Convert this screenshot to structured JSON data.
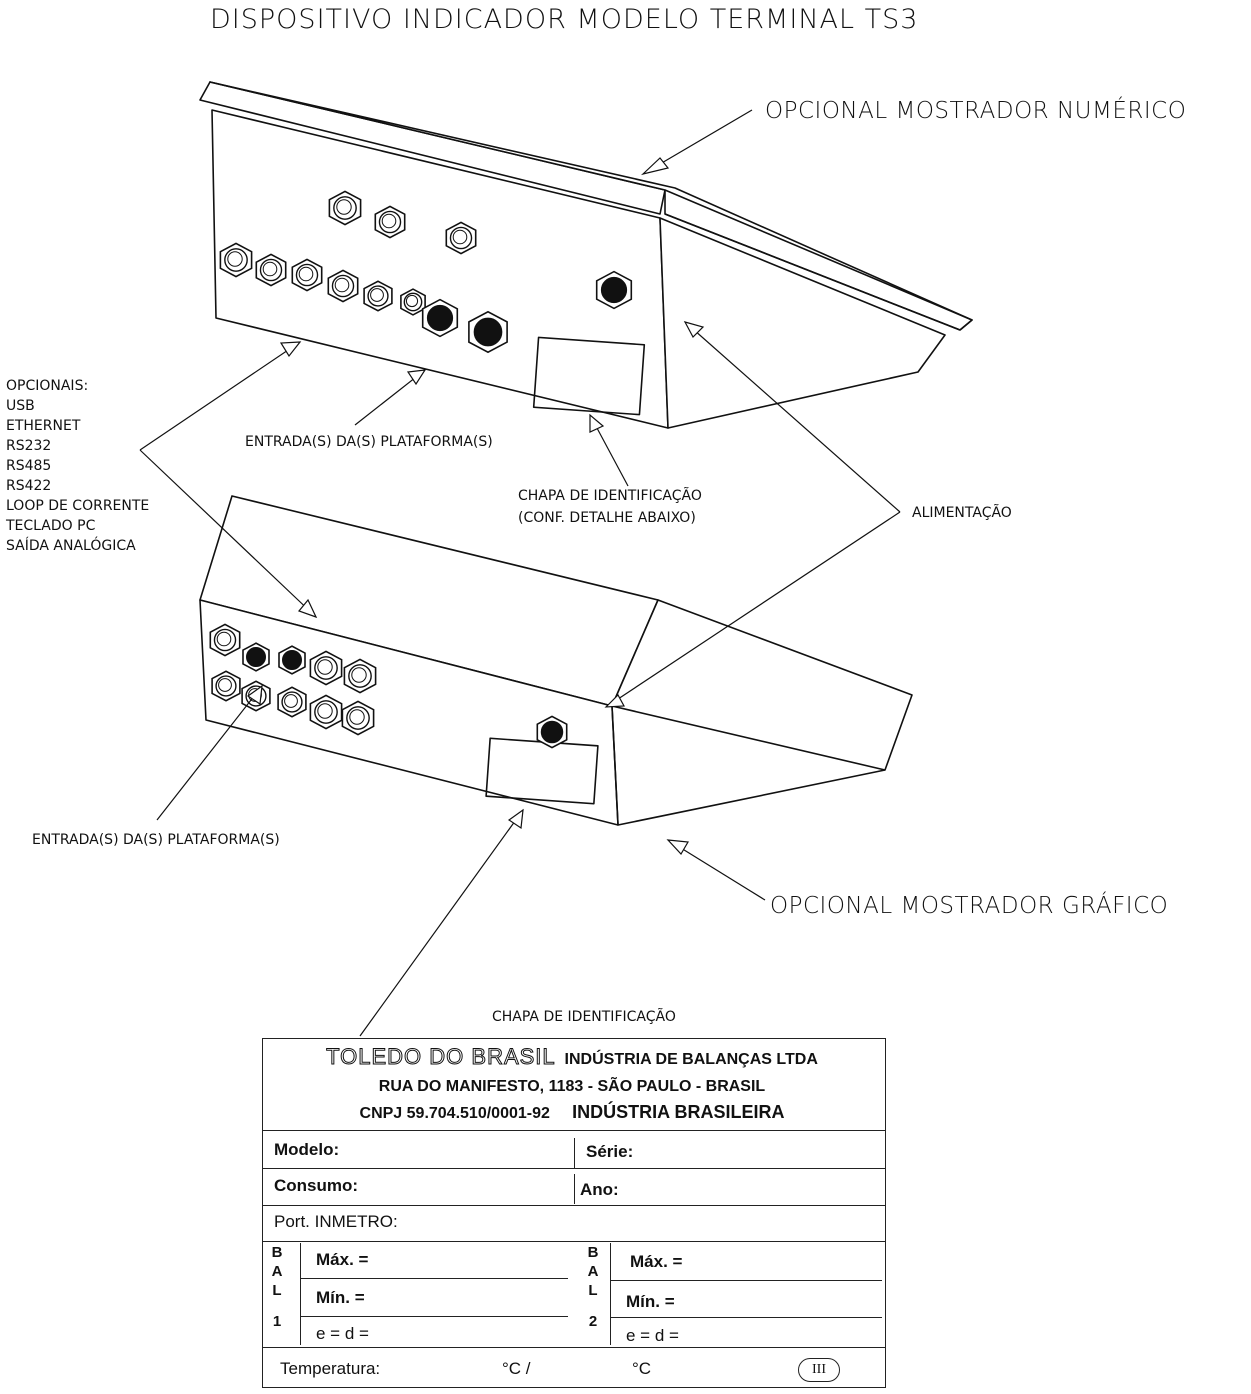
{
  "title": "DISPOSITIVO INDICADOR MODELO TERMINAL TS3",
  "callouts": {
    "opcional_numerico": "OPCIONAL MOSTRADOR NUMÉRICO",
    "opcional_grafico": "OPCIONAL MOSTRADOR GRÁFICO",
    "entrada_top": "ENTRADA(S) DA(S) PLATAFORMA(S)",
    "entrada_bottom": "ENTRADA(S) DA(S) PLATAFORMA(S)",
    "chapa_line1": "CHAPA DE IDENTIFICAÇÃO",
    "chapa_line2": "(CONF. DETALHE ABAIXO)",
    "alimentacao": "ALIMENTAÇÃO",
    "opcionais_header": "OPCIONAIS:",
    "opcionais": [
      "USB",
      "ETHERNET",
      "RS232",
      "RS485",
      "RS422",
      "LOOP DE CORRENTE",
      "TECLADO PC",
      "SAÍDA ANALÓGICA"
    ],
    "chapa_detail_title": "CHAPA DE IDENTIFICAÇÃO"
  },
  "plate": {
    "brand": "TOLEDO DO BRASIL",
    "company": "INDÚSTRIA DE BALANÇAS LTDA",
    "address": "RUA DO MANIFESTO, 1183  -  SÃO PAULO  -  BRASIL",
    "cnpj": "CNPJ  59.704.510/0001-92",
    "origin": "INDÚSTRIA BRASILEIRA",
    "modelo": "Modelo:",
    "serie": "Série:",
    "consumo": "Consumo:",
    "ano": "Ano:",
    "port": "Port. INMETRO:",
    "bal1_letters": [
      "B",
      "A",
      "L",
      "1"
    ],
    "bal2_letters": [
      "B",
      "A",
      "L",
      "2"
    ],
    "max": "Máx. =",
    "min": "Mín. =",
    "ed": "e = d =",
    "temperatura": "Temperatura:",
    "deg1": "°C /",
    "deg2": "°C",
    "class": "III"
  }
}
